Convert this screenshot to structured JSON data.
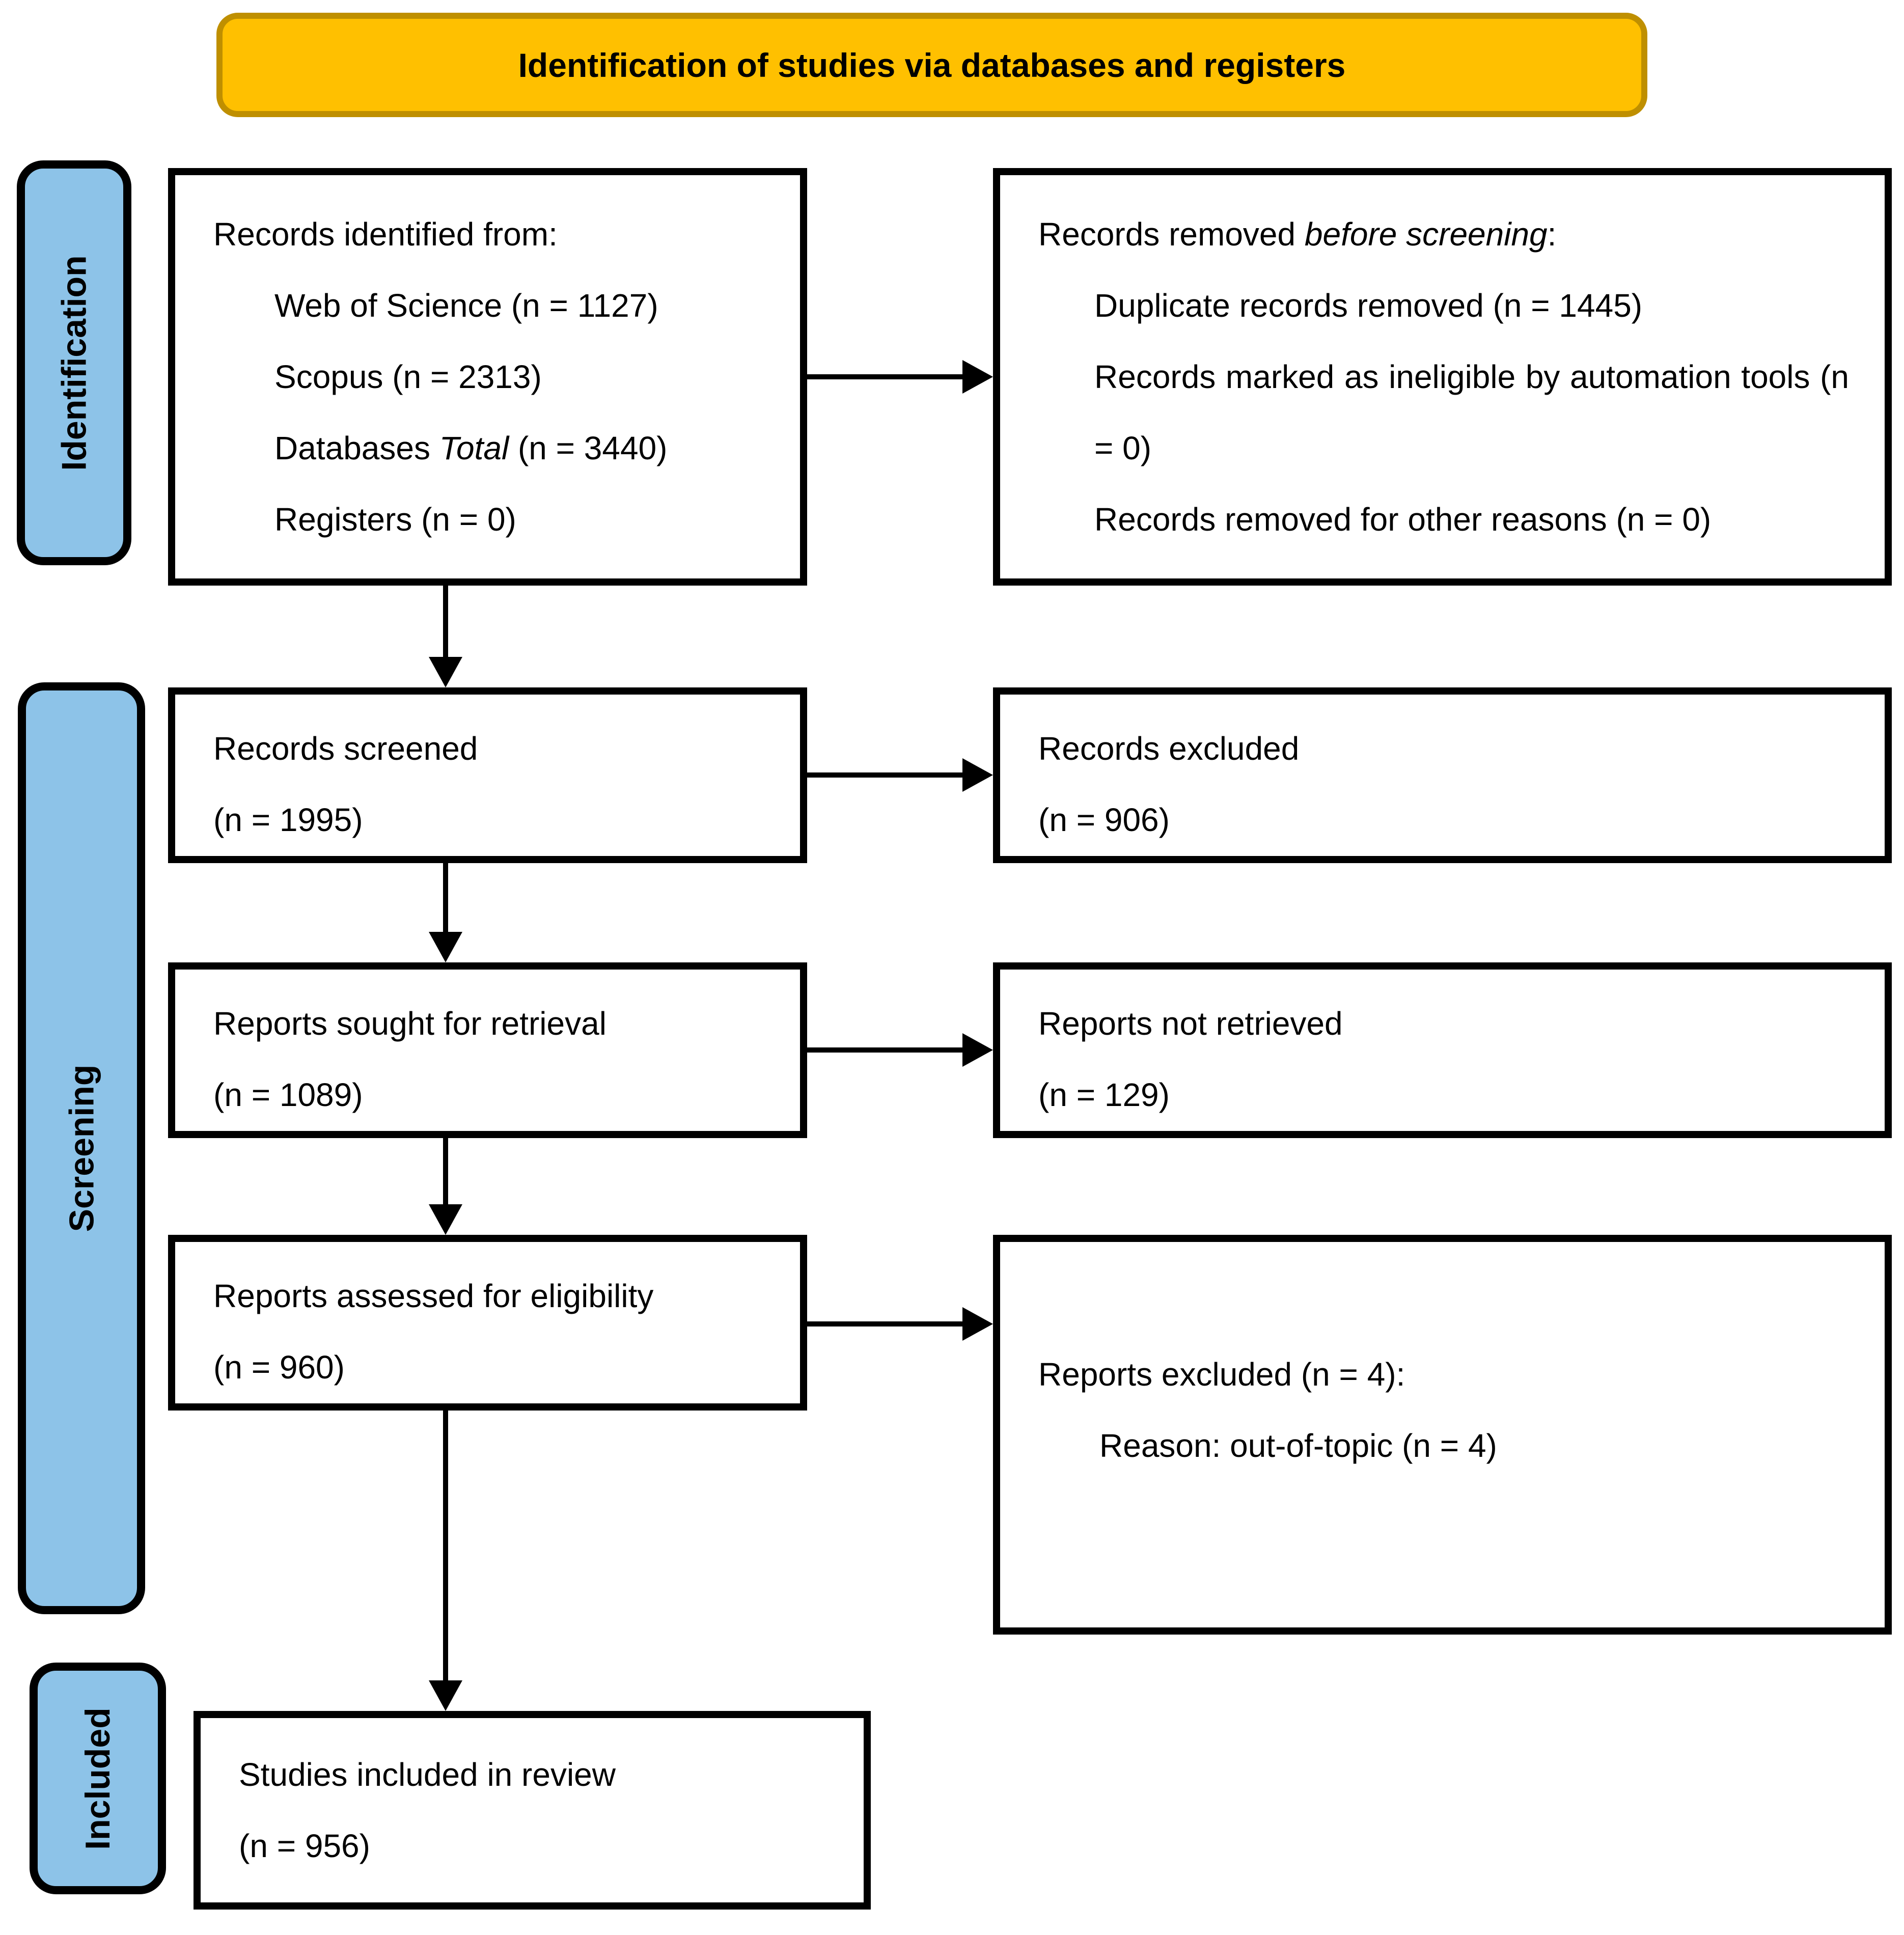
{
  "title_banner": {
    "text": "Identification of studies via databases and registers"
  },
  "stages": {
    "identification": "Identification",
    "screening": "Screening",
    "included": "Included"
  },
  "boxes": {
    "records_identified": {
      "heading": "Records identified from:",
      "items": {
        "web_of_science": "Web of Science (n = 1127)",
        "scopus": "Scopus (n = 2313)",
        "databases_total": {
          "pre": "Databases ",
          "italic": "Total",
          "post": " (n = 3440)"
        },
        "registers": "Registers (n = 0)"
      }
    },
    "records_removed": {
      "heading": {
        "pre": "Records removed ",
        "italic": "before screening",
        "post": ":"
      },
      "items": {
        "duplicates": "Duplicate records removed (n = 1445)",
        "automation": "Records marked as ineligible by automation tools (n = 0)",
        "other_reasons": "Records removed for other reasons (n = 0)"
      }
    },
    "records_screened": {
      "line1": "Records screened",
      "line2": "(n = 1995)"
    },
    "records_excluded": {
      "line1": "Records excluded",
      "line2": "(n = 906)"
    },
    "reports_sought": {
      "line1": "Reports sought for retrieval",
      "line2": "(n = 1089)"
    },
    "reports_not_retrieved": {
      "line1": "Reports not retrieved",
      "line2": "(n = 129)"
    },
    "reports_assessed": {
      "line1": "Reports assessed for eligibility",
      "line2": "(n = 960)"
    },
    "reports_excluded": {
      "line1": "Reports excluded (n = 4):",
      "line2": "Reason: out-of-topic (n = 4)"
    },
    "studies_included": {
      "line1": "Studies included in review",
      "line2": "(n = 956)"
    }
  },
  "colors": {
    "banner_fill": "#FFC000",
    "banner_border": "#BF8F00",
    "stage_fill": "#8DC3E8",
    "line_color": "#000000"
  }
}
